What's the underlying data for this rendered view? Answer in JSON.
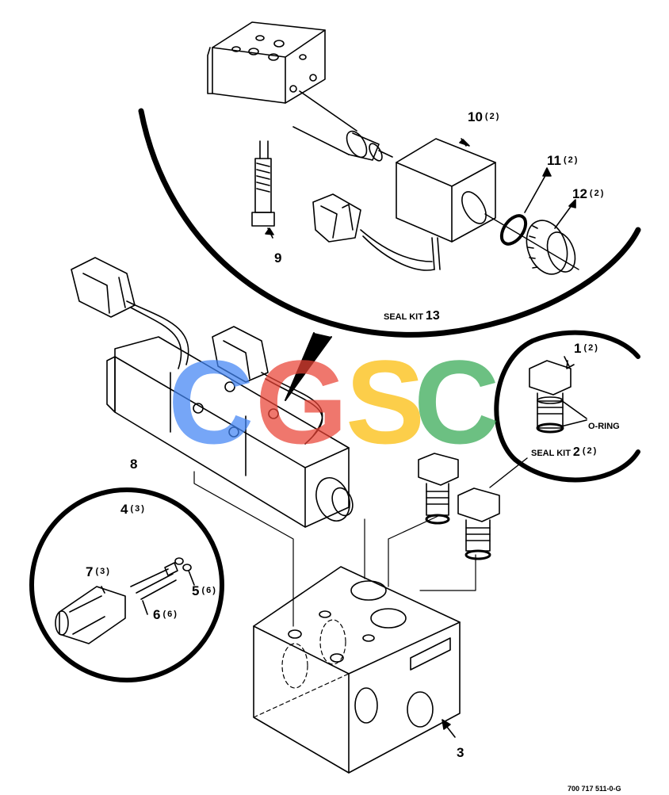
{
  "callouts": {
    "c1": {
      "num": "1",
      "qty": "(2)"
    },
    "c2": {
      "num": "2",
      "qty": "(2)"
    },
    "c3": {
      "num": "3"
    },
    "c4": {
      "num": "4",
      "qty": "(3)"
    },
    "c5": {
      "num": "5",
      "qty": "(6)"
    },
    "c6": {
      "num": "6",
      "qty": "(6)"
    },
    "c7": {
      "num": "7",
      "qty": "(3)"
    },
    "c8": {
      "num": "8"
    },
    "c9": {
      "num": "9"
    },
    "c10": {
      "num": "10",
      "qty": "(2)"
    },
    "c11": {
      "num": "11",
      "qty": "(2)"
    },
    "c12": {
      "num": "12",
      "qty": "(2)"
    },
    "c13": {
      "num": "13"
    }
  },
  "labels": {
    "seal_kit": "SEAL KIT",
    "o_ring": "O-RING",
    "doc_number": "700 717 511-0-G"
  },
  "watermark": {
    "letters": [
      "C",
      "G",
      "S",
      "C"
    ],
    "colors": [
      "#4285f4",
      "#ea4335",
      "#fbbc05",
      "#34a853"
    ]
  },
  "colors": {
    "line": "#000000",
    "background": "#ffffff"
  }
}
